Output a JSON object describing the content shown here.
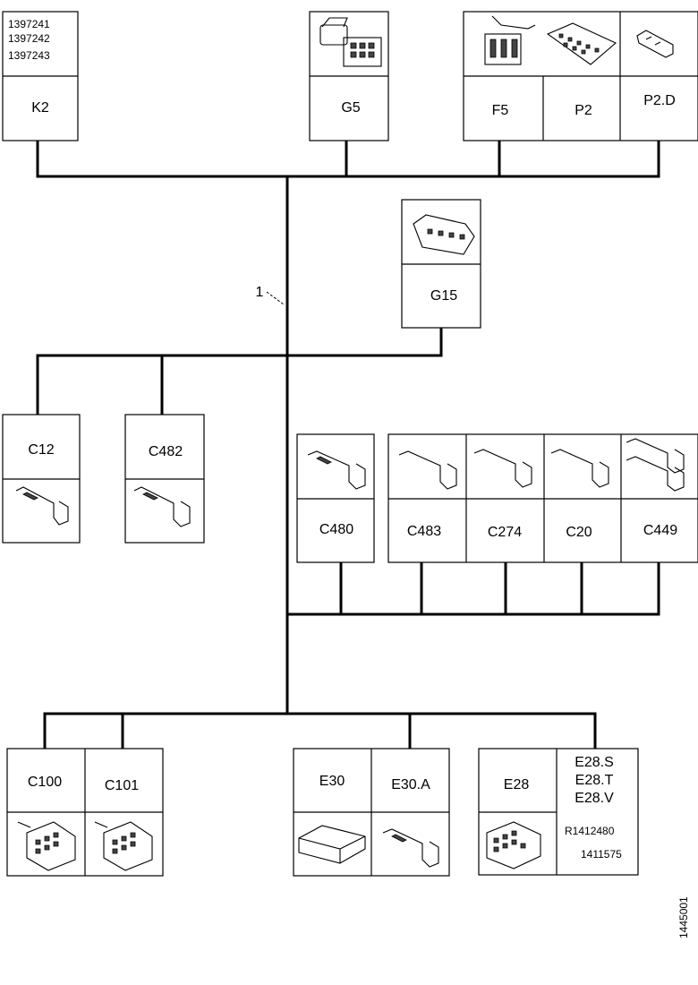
{
  "ref_number": "1",
  "figure_id": "1445001",
  "top_left": {
    "part_numbers": [
      "1397241",
      "1397242",
      "1397243"
    ],
    "label": "K2"
  },
  "top": {
    "g5": "G5",
    "f5": "F5",
    "p2": "P2",
    "p2d": "P2.D"
  },
  "middle": {
    "g15": "G15",
    "c12": "C12",
    "c482": "C482"
  },
  "right_group": {
    "c480": "C480",
    "c483": "C483",
    "c274": "C274",
    "c20": "C20",
    "c449": "C449"
  },
  "bottom": {
    "c100": "C100",
    "c101": "C101",
    "e30": "E30",
    "e30a": "E30.A",
    "e28": "E28",
    "e28_variants": [
      "E28.S",
      "E28.T",
      "E28.V"
    ],
    "e28_parts": [
      "R1412480",
      "1411575"
    ]
  }
}
